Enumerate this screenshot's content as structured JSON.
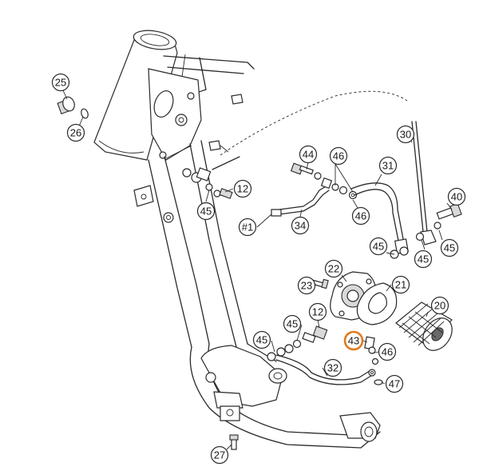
{
  "callouts": [
    {
      "id": "c25",
      "label": "25"
    },
    {
      "id": "c26",
      "label": "26"
    },
    {
      "id": "c44",
      "label": "44"
    },
    {
      "id": "c46a",
      "label": "46"
    },
    {
      "id": "c31",
      "label": "31"
    },
    {
      "id": "c30",
      "label": "30"
    },
    {
      "id": "c12a",
      "label": "12"
    },
    {
      "id": "c45a",
      "label": "45"
    },
    {
      "id": "c46b",
      "label": "46"
    },
    {
      "id": "c40",
      "label": "40"
    },
    {
      "id": "c1",
      "label": "#1"
    },
    {
      "id": "c34",
      "label": "34"
    },
    {
      "id": "c45b",
      "label": "45"
    },
    {
      "id": "c45c",
      "label": "45"
    },
    {
      "id": "c45d",
      "label": "45"
    },
    {
      "id": "c22",
      "label": "22"
    },
    {
      "id": "c21",
      "label": "21"
    },
    {
      "id": "c23",
      "label": "23"
    },
    {
      "id": "c20",
      "label": "20"
    },
    {
      "id": "c12b",
      "label": "12"
    },
    {
      "id": "c45e",
      "label": "45"
    },
    {
      "id": "c45f",
      "label": "45"
    },
    {
      "id": "c43",
      "label": "43",
      "highlight": true
    },
    {
      "id": "c46c",
      "label": "46"
    },
    {
      "id": "c32",
      "label": "32"
    },
    {
      "id": "c47",
      "label": "47"
    },
    {
      "id": "c27",
      "label": "27"
    }
  ],
  "colors": {
    "line": "#2a2a2a",
    "highlight": "#e07a1f",
    "background": "#ffffff"
  }
}
